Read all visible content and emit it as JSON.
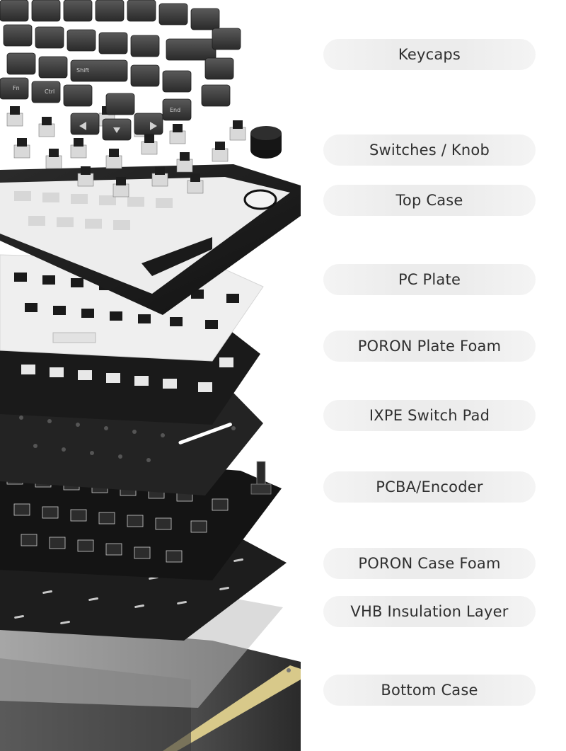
{
  "layers": [
    {
      "label": "Keycaps"
    },
    {
      "label": "Switches / Knob"
    },
    {
      "label": "Top Case"
    },
    {
      "label": "PC Plate"
    },
    {
      "label": "PORON Plate Foam"
    },
    {
      "label": "IXPE Switch Pad"
    },
    {
      "label": "PCBA/Encoder"
    },
    {
      "label": "PORON Case Foam"
    },
    {
      "label": "VHB Insulation Layer"
    },
    {
      "label": "Bottom Case"
    }
  ],
  "keycap_legends": [
    "Fn",
    "Ctrl",
    "Shift",
    "End"
  ],
  "colors": {
    "keycap": "#3a3a3a",
    "switch_housing": "#d9d9d9",
    "case": "#1c1c1c",
    "plate": "#eeeeee",
    "label_pill": "#ececec",
    "label_text": "#2f2f2f",
    "gold_trim": "#d8c98a"
  }
}
